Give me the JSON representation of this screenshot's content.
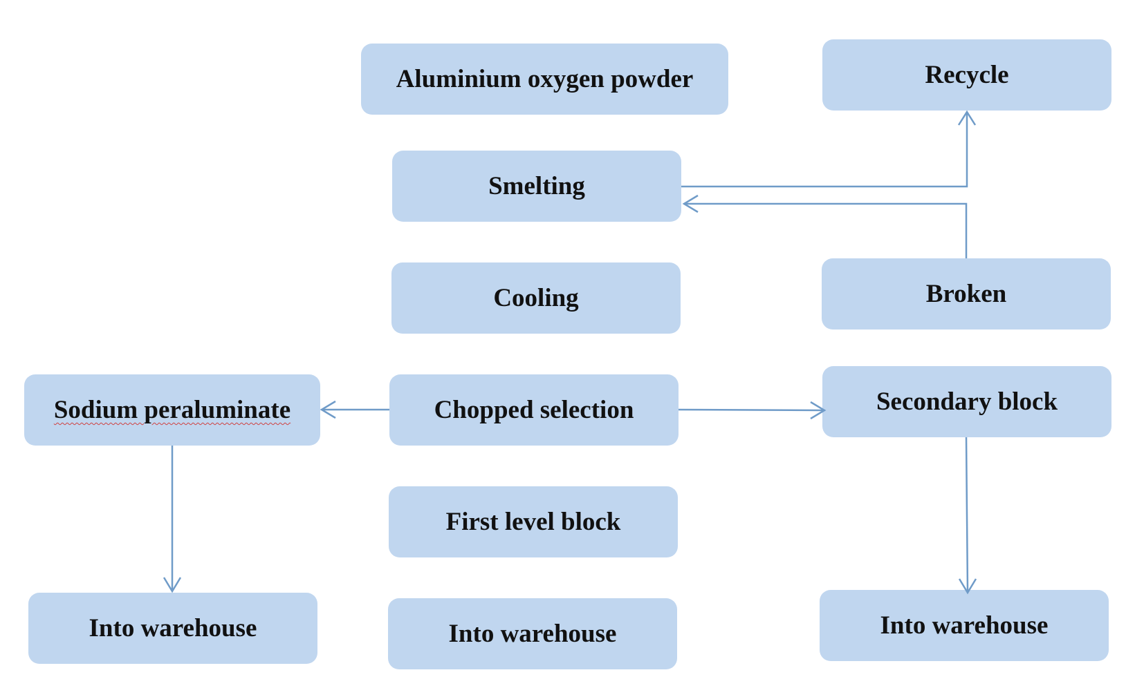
{
  "nodes": {
    "aluminium_oxygen_powder": "Aluminium oxygen powder",
    "smelting": "Smelting",
    "cooling": "Cooling",
    "chopped_selection": "Chopped selection",
    "first_level_block": "First level block",
    "into_warehouse_center": "Into warehouse",
    "recycle": "Recycle",
    "broken": "Broken",
    "secondary_block": "Secondary block",
    "into_warehouse_right": "Into warehouse",
    "sodium_peraluminate": "Sodium peraluminate",
    "into_warehouse_left": "Into warehouse"
  },
  "edges": [
    {
      "from": "Smelting",
      "to": "Recycle"
    },
    {
      "from": "Broken",
      "to": "Smelting"
    },
    {
      "from": "Chopped selection",
      "to": "Sodium peraluminate"
    },
    {
      "from": "Chopped selection",
      "to": "Secondary block"
    },
    {
      "from": "Sodium peraluminate",
      "to": "Into warehouse"
    },
    {
      "from": "Secondary block",
      "to": "Into warehouse"
    }
  ],
  "colors": {
    "node_fill": "#c0d6ef",
    "connector": "#6f9bc8",
    "text": "#111111"
  }
}
